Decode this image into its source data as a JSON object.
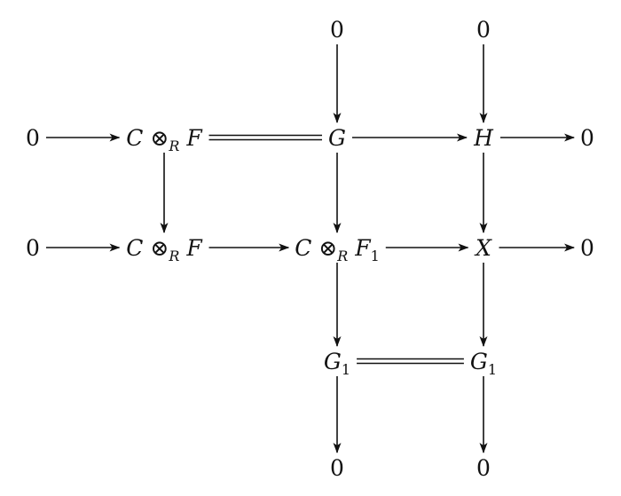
{
  "diagram": {
    "nodes": [
      {
        "id": "top-zero-g",
        "parts": [
          {
            "t": "0"
          }
        ]
      },
      {
        "id": "top-zero-h",
        "parts": [
          {
            "t": "0"
          }
        ]
      },
      {
        "id": "row1-zero-left",
        "parts": [
          {
            "t": "0"
          }
        ]
      },
      {
        "id": "row1-c-tensor-f",
        "parts": [
          {
            "t": "C",
            "s": "i"
          },
          {
            "t": " ⊗"
          },
          {
            "t": "R",
            "s": "sub"
          },
          {
            "t": " F",
            "s": "i"
          }
        ]
      },
      {
        "id": "row1-g",
        "parts": [
          {
            "t": "G",
            "s": "i"
          }
        ]
      },
      {
        "id": "row1-h",
        "parts": [
          {
            "t": "H",
            "s": "i"
          }
        ]
      },
      {
        "id": "row1-zero-right",
        "parts": [
          {
            "t": "0"
          }
        ]
      },
      {
        "id": "row2-zero-left",
        "parts": [
          {
            "t": "0"
          }
        ]
      },
      {
        "id": "row2-c-tensor-f",
        "parts": [
          {
            "t": "C",
            "s": "i"
          },
          {
            "t": " ⊗"
          },
          {
            "t": "R",
            "s": "sub"
          },
          {
            "t": " F",
            "s": "i"
          }
        ]
      },
      {
        "id": "row2-c-tensor-f1",
        "parts": [
          {
            "t": "C",
            "s": "i"
          },
          {
            "t": " ⊗"
          },
          {
            "t": "R",
            "s": "sub"
          },
          {
            "t": " F",
            "s": "i"
          },
          {
            "t": "1",
            "s": "subup"
          }
        ]
      },
      {
        "id": "row2-x",
        "parts": [
          {
            "t": "X",
            "s": "i"
          }
        ]
      },
      {
        "id": "row2-zero-right",
        "parts": [
          {
            "t": "0"
          }
        ]
      },
      {
        "id": "row3-g1-left",
        "parts": [
          {
            "t": "G",
            "s": "i"
          },
          {
            "t": "1",
            "s": "subup"
          }
        ]
      },
      {
        "id": "row3-g1-right",
        "parts": [
          {
            "t": "G",
            "s": "i"
          },
          {
            "t": "1",
            "s": "subup"
          }
        ]
      },
      {
        "id": "bottom-zero-g1",
        "parts": [
          {
            "t": "0"
          }
        ]
      },
      {
        "id": "bottom-zero-g1-right",
        "parts": [
          {
            "t": "0"
          }
        ]
      }
    ],
    "edges": [
      {
        "from": "row1-zero-left",
        "to": "row1-c-tensor-f",
        "kind": "arrow"
      },
      {
        "from": "row1-c-tensor-f",
        "to": "row1-g",
        "kind": "equal"
      },
      {
        "from": "row1-g",
        "to": "row1-h",
        "kind": "arrow"
      },
      {
        "from": "row1-h",
        "to": "row1-zero-right",
        "kind": "arrow"
      },
      {
        "from": "row2-zero-left",
        "to": "row2-c-tensor-f",
        "kind": "arrow"
      },
      {
        "from": "row2-c-tensor-f",
        "to": "row2-c-tensor-f1",
        "kind": "arrow"
      },
      {
        "from": "row2-c-tensor-f1",
        "to": "row2-x",
        "kind": "arrow"
      },
      {
        "from": "row2-x",
        "to": "row2-zero-right",
        "kind": "arrow"
      },
      {
        "from": "row3-g1-left",
        "to": "row3-g1-right",
        "kind": "equal"
      },
      {
        "from": "top-zero-g",
        "to": "row1-g",
        "kind": "arrow"
      },
      {
        "from": "top-zero-h",
        "to": "row1-h",
        "kind": "arrow"
      },
      {
        "from": "row1-c-tensor-f",
        "to": "row2-c-tensor-f",
        "kind": "arrow"
      },
      {
        "from": "row1-g",
        "to": "row2-c-tensor-f1",
        "kind": "arrow"
      },
      {
        "from": "row1-h",
        "to": "row2-x",
        "kind": "arrow"
      },
      {
        "from": "row2-c-tensor-f1",
        "to": "row3-g1-left",
        "kind": "arrow"
      },
      {
        "from": "row2-x",
        "to": "row3-g1-right",
        "kind": "arrow"
      },
      {
        "from": "row3-g1-left",
        "to": "bottom-zero-g1",
        "kind": "arrow"
      },
      {
        "from": "row3-g1-right",
        "to": "bottom-zero-g1-right",
        "kind": "arrow"
      }
    ]
  }
}
